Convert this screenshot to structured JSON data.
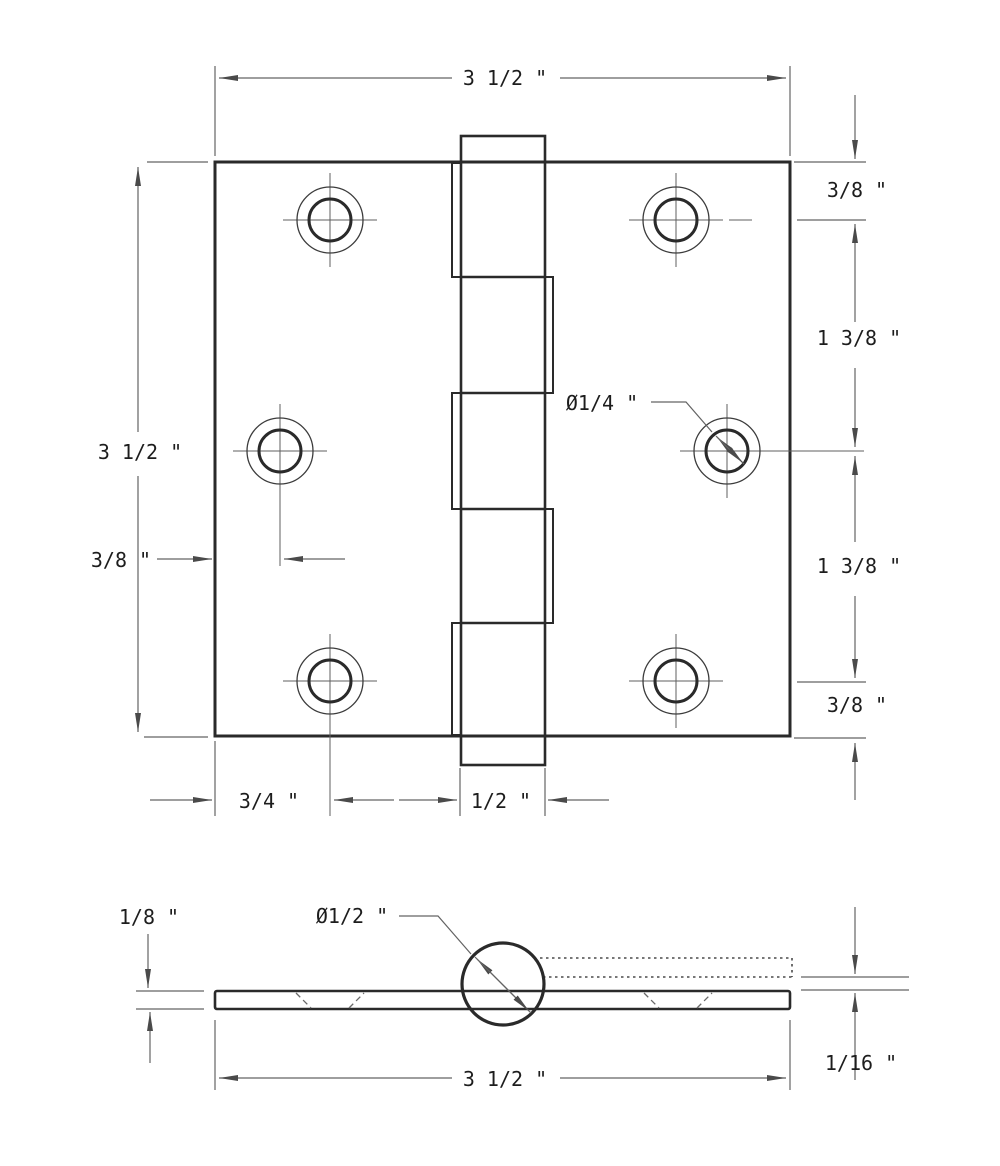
{
  "drawing": {
    "title": "butt-hinge-dimension-drawing",
    "background_color": "#ffffff",
    "part_outline_color": "#2a2a2a",
    "dimension_line_color": "#636363",
    "text_color": "#1d1d1d"
  },
  "top_view": {
    "dimensions": {
      "overall_width": "3 1/2 \"",
      "overall_height": "3 1/2 \"",
      "top_hole_margin": "3/8 \"",
      "upper_hole_spacing": "1 3/8 \"",
      "lower_hole_spacing": "1 3/8 \"",
      "bottom_hole_margin": "3/8 \"",
      "middle_hole_inset": "3/8 \"",
      "corner_hole_inset": "3/4 \"",
      "knuckle_width": "1/2 \"",
      "screw_hole_diameter": "Ø1/4 \""
    }
  },
  "side_view": {
    "dimensions": {
      "leaf_thickness": "1/8 \"",
      "barrel_diameter": "Ø1/2 \"",
      "overall_width": "3 1/2 \"",
      "leaf_offset": "1/16 \""
    }
  }
}
